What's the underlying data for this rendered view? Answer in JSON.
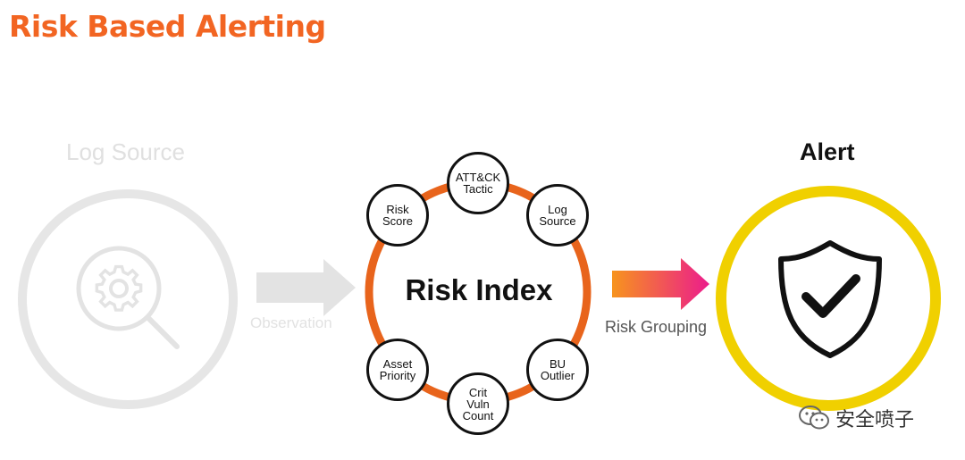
{
  "title": "Risk Based Alerting",
  "log_source": {
    "label": "Log Source",
    "icon": "gear-search-icon",
    "color": "#e0e0e0"
  },
  "observation": {
    "label": "Observation"
  },
  "risk_index": {
    "label": "Risk Index",
    "ring_color": "#e8641c",
    "nodes": [
      {
        "id": "attck-tactic",
        "label": "ATT&CK\nTactic"
      },
      {
        "id": "log-source",
        "label": "Log\nSource"
      },
      {
        "id": "bu-outlier",
        "label": "BU\nOutlier"
      },
      {
        "id": "crit-vuln-count",
        "label": "Crit\nVuln\nCount"
      },
      {
        "id": "asset-priority",
        "label": "Asset\nPriority"
      },
      {
        "id": "risk-score",
        "label": "Risk\nScore"
      }
    ]
  },
  "risk_grouping": {
    "label": "Risk Grouping",
    "arrow_colors": [
      "#f7941d",
      "#ec1c8c"
    ]
  },
  "alert": {
    "label": "Alert",
    "icon": "shield-check-icon",
    "ring_color": "#f0d000"
  },
  "watermark": {
    "label": "安全喷子",
    "icon": "wechat-icon"
  }
}
